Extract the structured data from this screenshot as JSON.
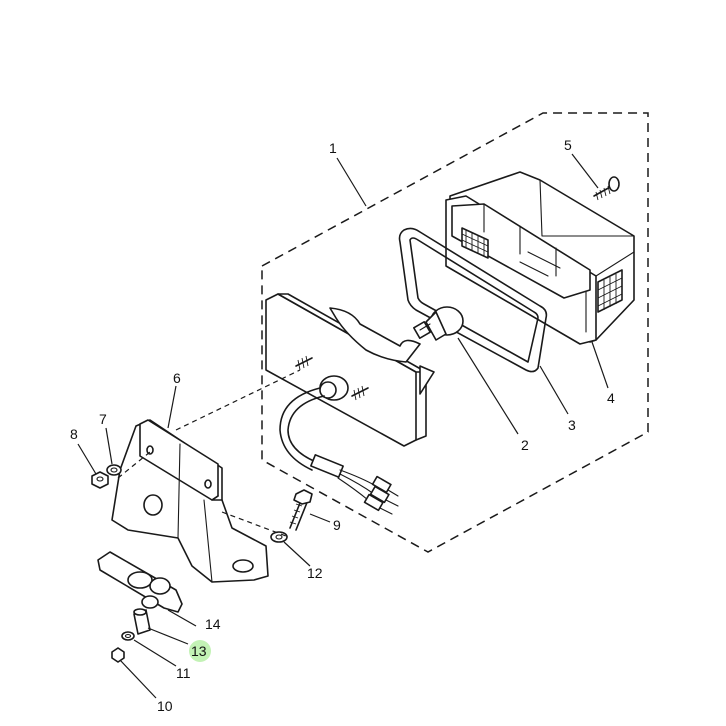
{
  "diagram": {
    "callouts": [
      {
        "id": "c1",
        "label": "1"
      },
      {
        "id": "c2",
        "label": "2"
      },
      {
        "id": "c3",
        "label": "3"
      },
      {
        "id": "c4",
        "label": "4"
      },
      {
        "id": "c5",
        "label": "5"
      },
      {
        "id": "c6",
        "label": "6"
      },
      {
        "id": "c7",
        "label": "7"
      },
      {
        "id": "c8",
        "label": "8"
      },
      {
        "id": "c9",
        "label": "9"
      },
      {
        "id": "c10",
        "label": "10"
      },
      {
        "id": "c11",
        "label": "11"
      },
      {
        "id": "c12",
        "label": "12"
      },
      {
        "id": "c13",
        "label": "13"
      },
      {
        "id": "c14",
        "label": "14"
      }
    ],
    "highlight_color": "#b8f0a8",
    "line_color": "#1a1a1a"
  }
}
